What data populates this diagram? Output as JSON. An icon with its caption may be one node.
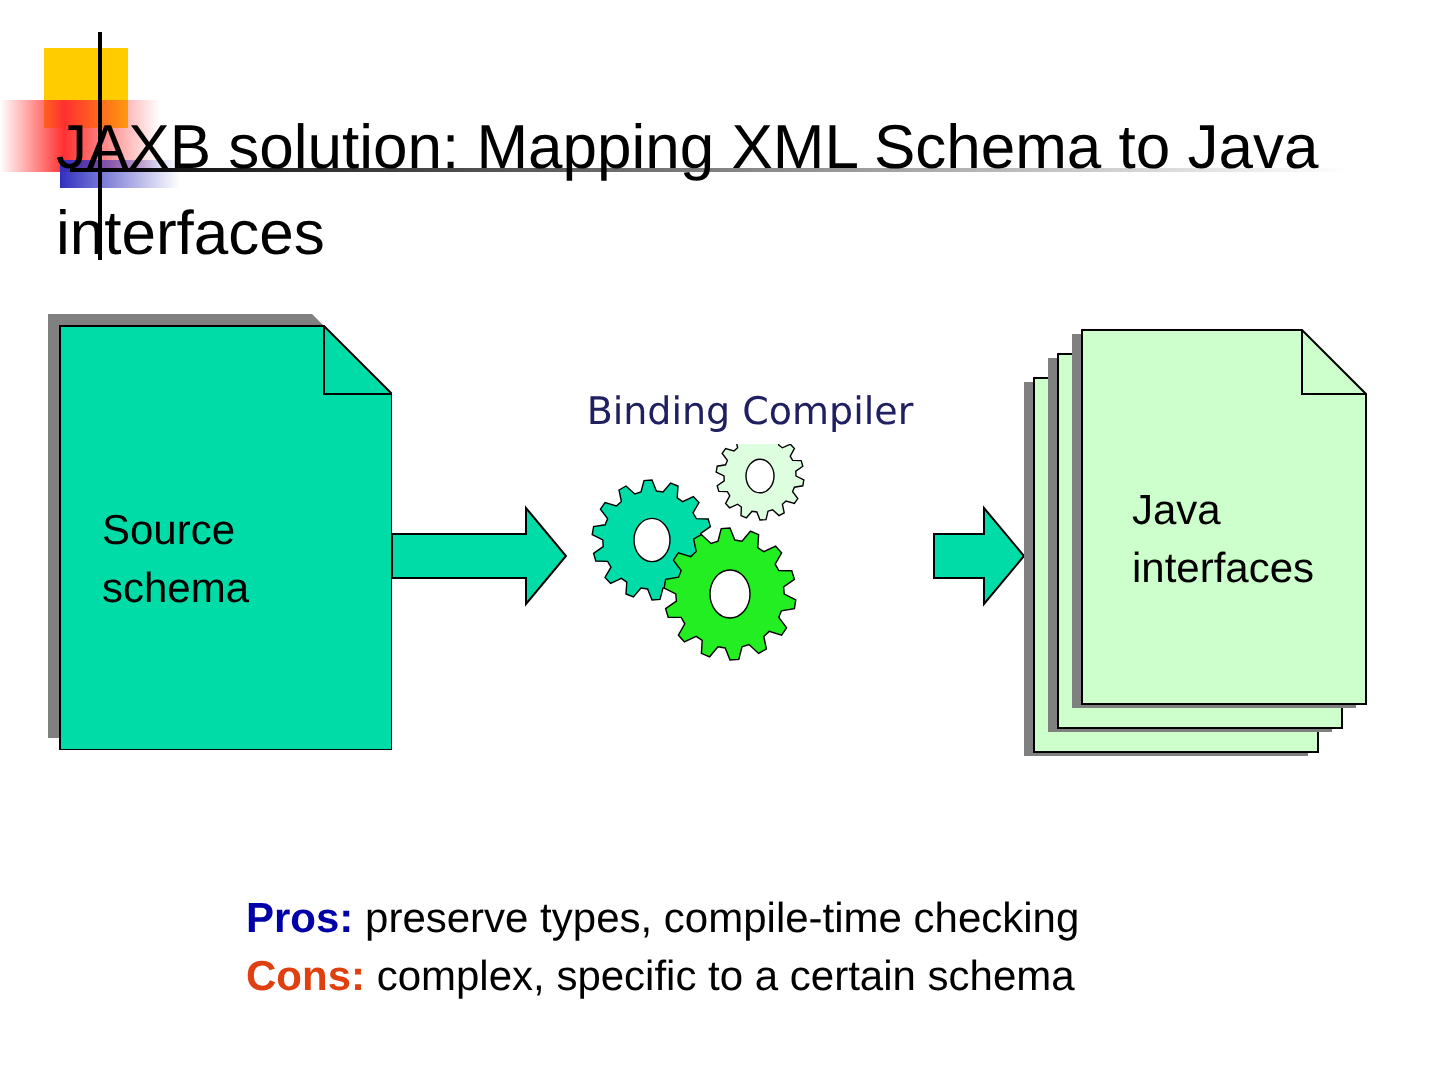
{
  "diagram": {
    "title": "JAXB solution: Mapping XML Schema to Java interfaces",
    "nodes": [
      {
        "text": [
          "Source schema"
        ]
      },
      {
        "text": [
          "Binding Compiler"
        ]
      },
      {
        "text": [
          "Java interfaces"
        ]
      }
    ],
    "edges": [
      {
        "from": 0,
        "to": 1,
        "arrow": "to"
      },
      {
        "from": 1,
        "to": 2,
        "arrow": "to"
      }
    ],
    "labels": [
      "**Pros:** preserve types, compile-time checking",
      "**Cons:** complex, specific to a certain schema"
    ]
  }
}
